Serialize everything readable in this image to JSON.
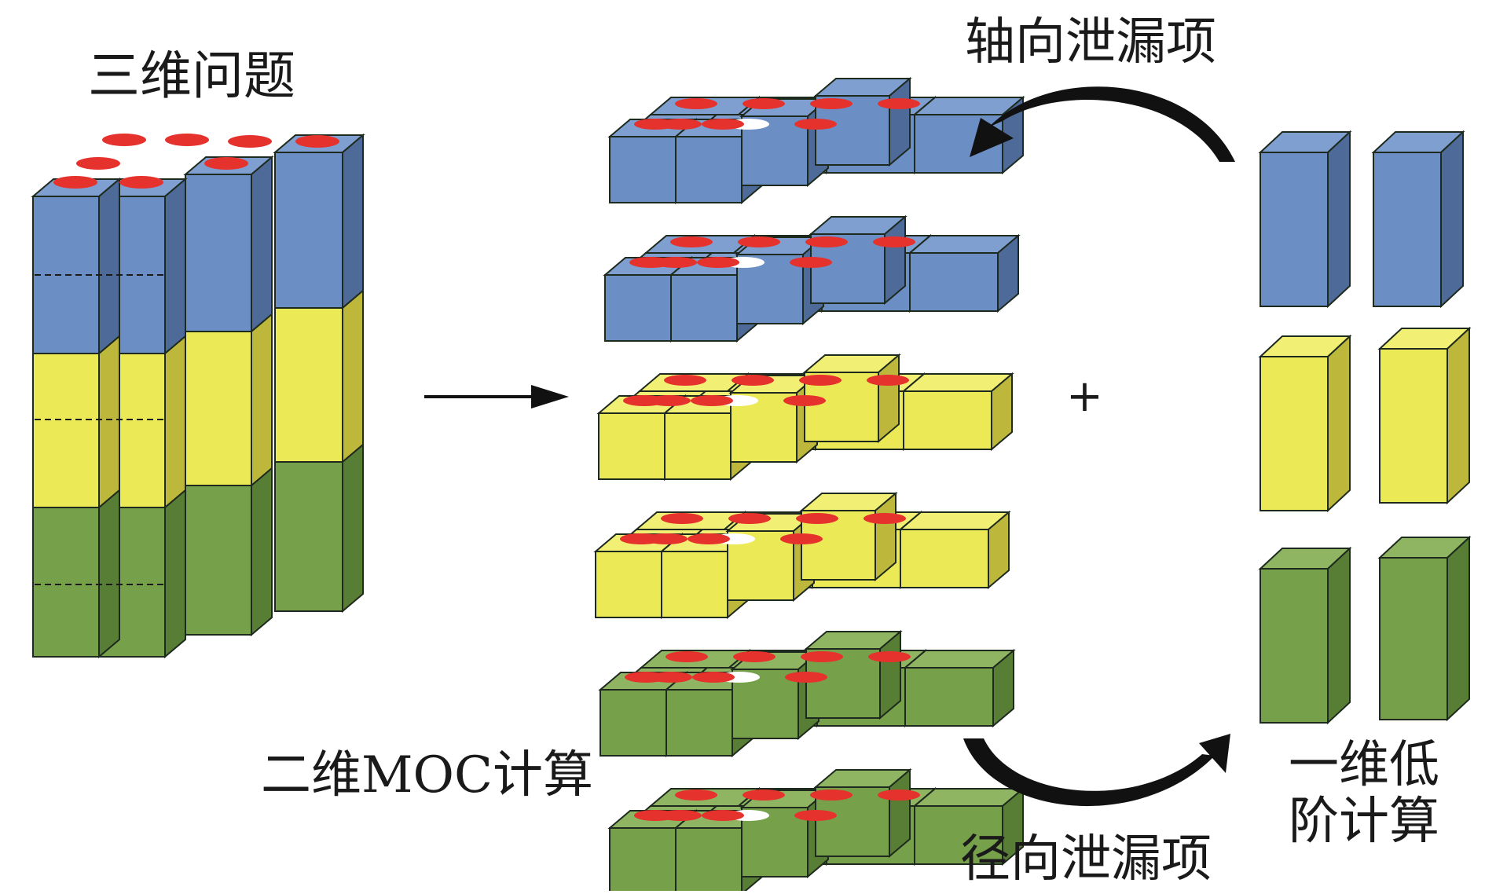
{
  "labels": {
    "three_d_problem": "三维问题",
    "axial_leakage": "轴向泄漏项",
    "radial_leakage": "径向泄漏项",
    "two_d_moc": "二维MOC计算",
    "one_d_low_order_line1": "一维低",
    "one_d_low_order_line2": "阶计算",
    "plus": "+"
  },
  "colors": {
    "blue": "#6b8fc4",
    "blue_side": "#4e6a98",
    "blue_top": "#7e9fcf",
    "yellow": "#ece957",
    "yellow_side": "#bdb83c",
    "yellow_top": "#f2ef75",
    "green": "#76a04a",
    "green_side": "#587d34",
    "green_top": "#8fb563",
    "pin_red": "#e5322d",
    "pin_white": "#ffffff",
    "outline": "#1e2a1e",
    "arrow": "#111111"
  },
  "icons": {
    "arrow": "right-arrow-icon",
    "curved_arrow": "curved-arrow-icon"
  }
}
